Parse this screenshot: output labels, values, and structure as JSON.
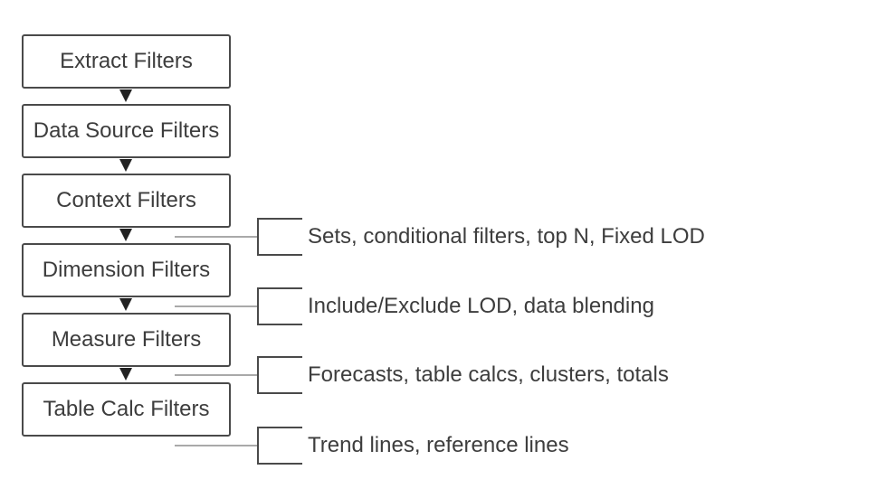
{
  "flow": {
    "nodes": [
      {
        "label": "Extract Filters"
      },
      {
        "label": "Data Source Filters"
      },
      {
        "label": "Context Filters"
      },
      {
        "label": "Dimension Filters"
      },
      {
        "label": "Measure Filters"
      },
      {
        "label": "Table Calc Filters"
      }
    ],
    "annotations": [
      {
        "label": "Sets, conditional filters, top N, Fixed LOD",
        "after_node": "Context Filters"
      },
      {
        "label": "Include/Exclude LOD, data blending",
        "after_node": "Dimension Filters"
      },
      {
        "label": "Forecasts, table calcs, clusters, totals",
        "after_node": "Measure Filters"
      },
      {
        "label": "Trend lines, reference lines",
        "after_node": "Table Calc Filters"
      }
    ],
    "icons": [
      {
        "name": "arrow-down-icon",
        "glyph": "▼",
        "count": 5
      }
    ]
  },
  "colors": {
    "background": "#ffffff",
    "box_border": "#4a4a4a",
    "text": "#3d3d3d",
    "arrow": "#222222",
    "connector_line": "#a9a9a9",
    "bracket": "#4a4a4a"
  }
}
